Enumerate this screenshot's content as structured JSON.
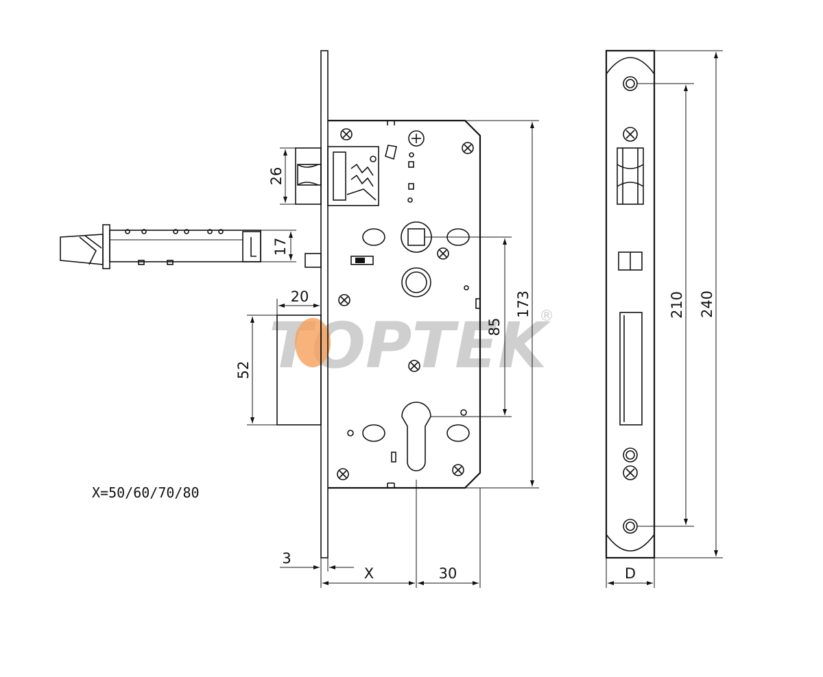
{
  "watermark": {
    "text": "TOPTEK",
    "registered": "®",
    "accent_color": "#f5a05a",
    "gray_color": "#cfcfcf"
  },
  "note": "X=50/60/70/80",
  "dimensions": {
    "latch_height": "26",
    "bolt_height": "17",
    "bolt_throw": "20",
    "bolt_width": "52",
    "center_distance": "85",
    "case_height": "173",
    "faceplate_thickness": "3",
    "backset": "X",
    "cylinder_offset": "30",
    "screw_spacing": "210",
    "faceplate_length": "240",
    "faceplate_width": "D"
  }
}
